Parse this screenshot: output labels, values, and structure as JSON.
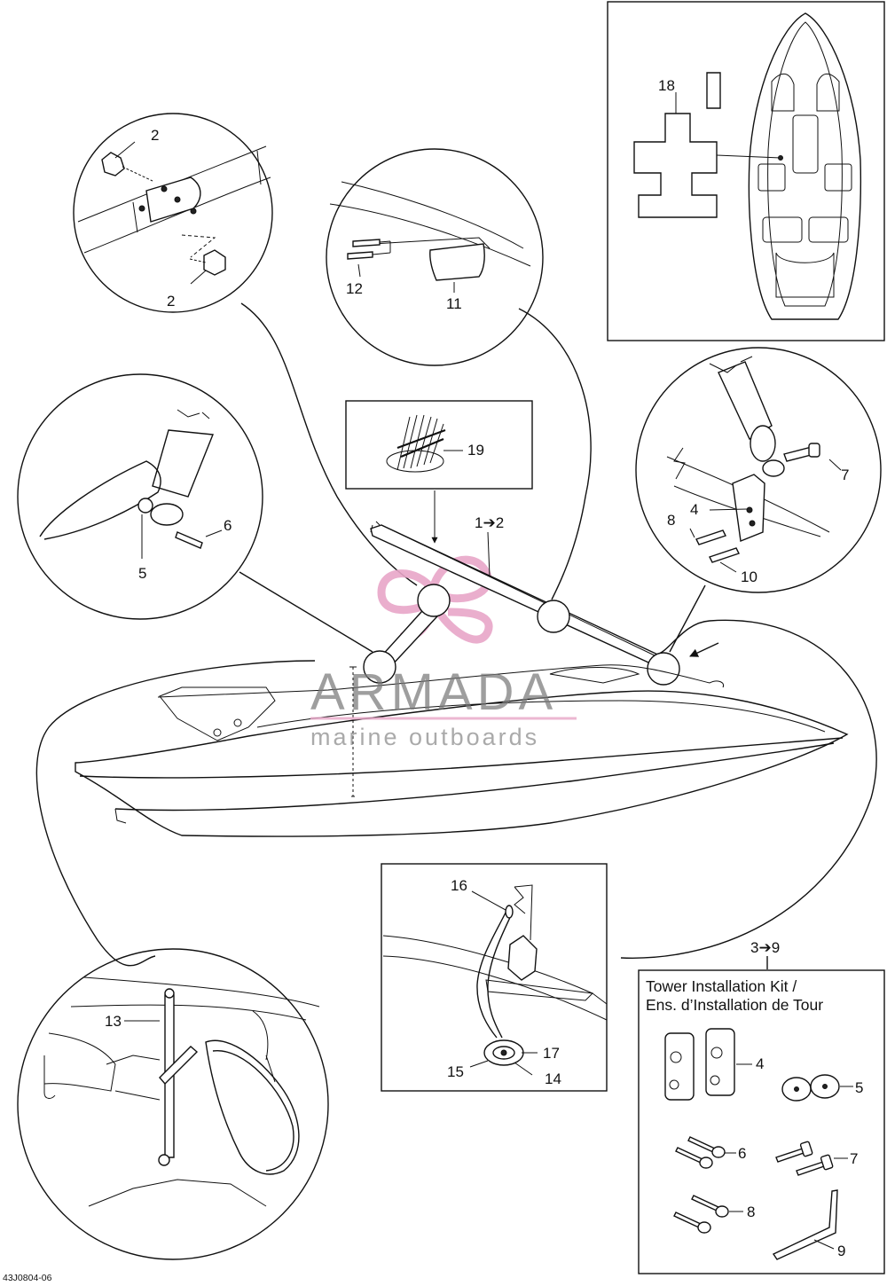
{
  "callouts": {
    "c2a": "2",
    "c2b": "2",
    "c12": "12",
    "c11": "11",
    "c18": "18",
    "c19": "19",
    "c1to2": "1➔2",
    "c6": "6",
    "c5": "5",
    "c7": "7",
    "c4": "4",
    "c8": "8",
    "c10": "10",
    "c16": "16",
    "c17": "17",
    "c15": "15",
    "c14": "14",
    "c13": "13",
    "c3to9": "3➔9"
  },
  "kit": {
    "title_en": "Tower Installation Kit /",
    "title_fr": "Ens. d’Installation de Tour",
    "items": {
      "k4": "4",
      "k5": "5",
      "k6": "6",
      "k7": "7",
      "k8": "8",
      "k9": "9"
    }
  },
  "watermark": {
    "brand": "ARMADA",
    "tagline": "marine outboards",
    "colors": {
      "pink": "#e8a6c8",
      "grey": "#7a7a7a"
    }
  },
  "doc_id": "43J0804-06"
}
